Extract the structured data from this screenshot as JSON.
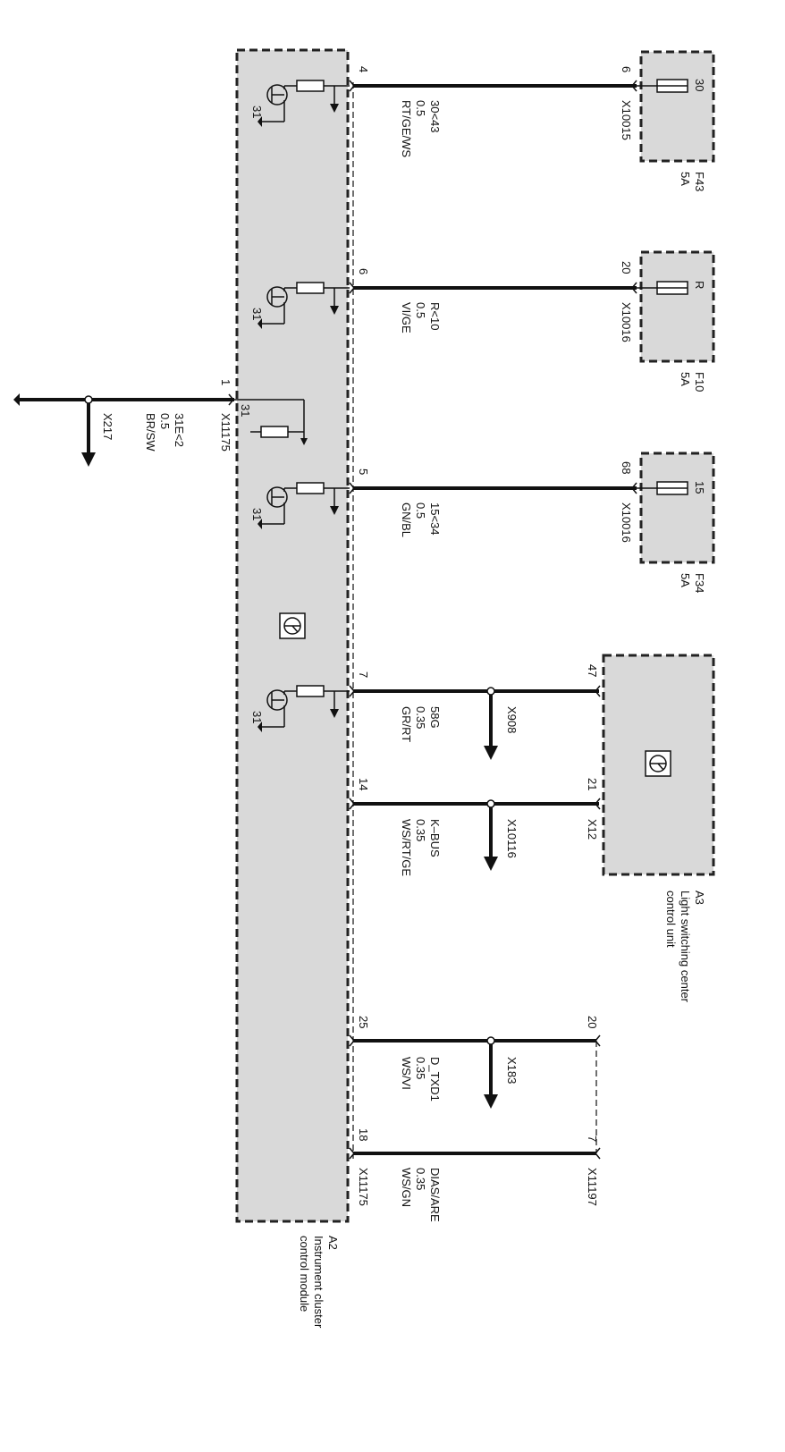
{
  "modules": {
    "a2": {
      "id": "A2",
      "name_line1": "Instrument cluster",
      "name_line2": "control module"
    },
    "a3": {
      "id": "A3",
      "name_line1": "Light switching center",
      "name_line2": "control unit"
    }
  },
  "fuses": [
    {
      "name": "F43",
      "rating": "5A",
      "terminal": "30"
    },
    {
      "name": "F10",
      "rating": "5A",
      "terminal": "R"
    },
    {
      "name": "F34",
      "rating": "5A",
      "terminal": "15"
    }
  ],
  "circuits": [
    {
      "signal": "30<43",
      "gauge": "0.5",
      "color": "RT/GE/WS",
      "pin_a2": "4",
      "pin_far": "6",
      "connector": "X10015"
    },
    {
      "signal": "R<10",
      "gauge": "0.5",
      "color": "VI/GE",
      "pin_a2": "6",
      "pin_far": "20",
      "connector": "X10016"
    },
    {
      "signal": "15<34",
      "gauge": "0.5",
      "color": "GN/BL",
      "pin_a2": "5",
      "pin_far": "68",
      "connector": "X10016"
    },
    {
      "signal": "58G",
      "gauge": "0.35",
      "color": "GR/RT",
      "pin_a2": "7",
      "pin_far": "47",
      "splice": "X908"
    },
    {
      "signal": "K–BUS",
      "gauge": "0.35",
      "color": "WS/RT/GE",
      "pin_a2": "14",
      "pin_far": "21",
      "splice": "X10116",
      "connector": "X12"
    },
    {
      "signal": "D_TXD1",
      "gauge": "0.35",
      "color": "WS/VI",
      "pin_a2": "25",
      "pin_far": "20",
      "splice": "X183"
    },
    {
      "signal": "DIAS/ARE",
      "gauge": "0.35",
      "color": "WS/GN",
      "pin_a2": "18",
      "pin_far": "7",
      "connector": "X11197",
      "a2_connector": "X11175"
    }
  ],
  "ground": {
    "signal": "31E<2",
    "gauge": "0.5",
    "color": "BR/SW",
    "pin": "1",
    "connector": "X11175",
    "splice": "X217"
  },
  "ground_label": "31"
}
